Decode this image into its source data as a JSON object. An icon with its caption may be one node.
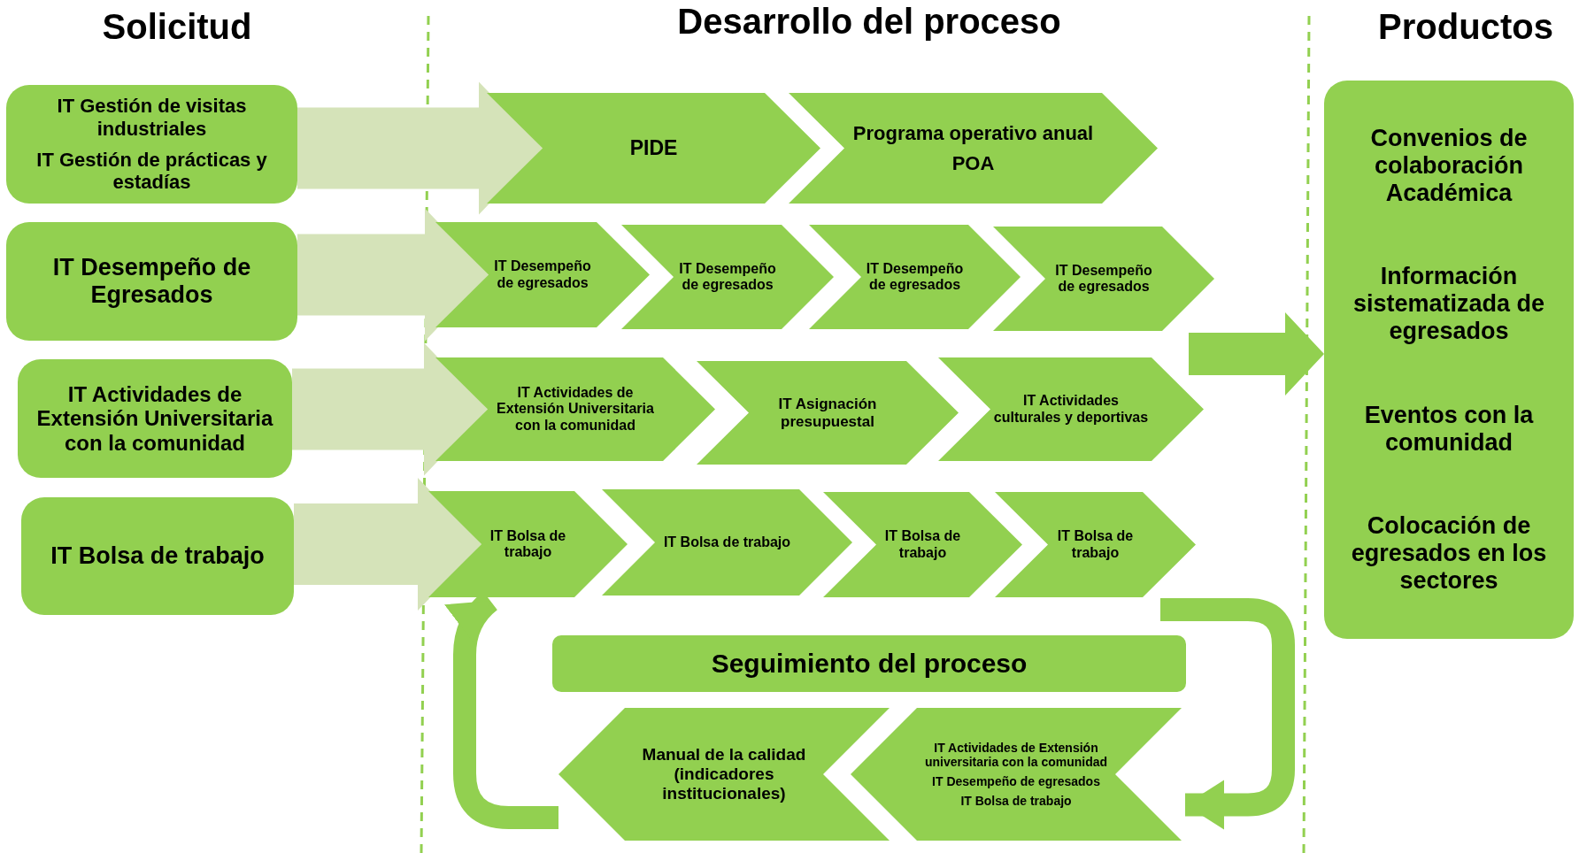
{
  "diagram": {
    "nodes": [
      {
        "text": [
          "IT Gestión de visitas industriales",
          "IT Gestión de prácticas y estadías"
        ]
      },
      {
        "text": [
          "IT Desempeño de Egresados"
        ]
      },
      {
        "text": [
          "IT Actividades de Extensión Universitaria con la comunidad"
        ]
      },
      {
        "text": [
          "IT Bolsa de trabajo"
        ]
      },
      {
        "text": [
          "PIDE"
        ]
      },
      {
        "text": [
          "Programa operativo anual",
          "POA"
        ]
      },
      {
        "text": [
          "IT Desempeño de egresados"
        ]
      },
      {
        "text": [
          "IT Desempeño de egresados"
        ]
      },
      {
        "text": [
          "IT Desempeño de egresados"
        ]
      },
      {
        "text": [
          "IT Desempeño de egresados"
        ]
      },
      {
        "text": [
          "IT Actividades de Extensión Universitaria con la comunidad"
        ]
      },
      {
        "text": [
          "IT Asignación presupuestal"
        ]
      },
      {
        "text": [
          "IT Actividades culturales y deportivas"
        ]
      },
      {
        "text": [
          "IT Bolsa de trabajo"
        ]
      },
      {
        "text": [
          "IT Bolsa de trabajo"
        ]
      },
      {
        "text": [
          "IT Bolsa de trabajo"
        ]
      },
      {
        "text": [
          "IT Bolsa de trabajo"
        ]
      },
      {
        "text": [
          "Seguimiento del proceso"
        ]
      },
      {
        "text": [
          "Manual de la calidad (indicadores institucionales)"
        ]
      },
      {
        "text": [
          "IT Actividades de Extensión universitaria con la comunidad",
          "IT Desempeño de egresados",
          "IT Bolsa de trabajo"
        ]
      },
      {
        "text": [
          "Convenios de colaboración Académica",
          "Información sistematizada de egresados",
          "Eventos con la comunidad",
          "Colocación de egresados en los sectores"
        ]
      }
    ],
    "edges": [
      {
        "from": 0,
        "to": 4,
        "arrow": "to"
      },
      {
        "from": 1,
        "to": 6,
        "arrow": "to"
      },
      {
        "from": 2,
        "to": 10,
        "arrow": "to"
      },
      {
        "from": 3,
        "to": 13,
        "arrow": "to"
      },
      {
        "from": null,
        "to": 20,
        "arrow": "to"
      },
      {
        "from": 16,
        "to": 19,
        "arrow": "to"
      },
      {
        "from": 18,
        "to": 13,
        "arrow": "to"
      }
    ],
    "labels": [
      "Solicitud",
      "Desarrollo del proceso",
      "Productos"
    ]
  }
}
